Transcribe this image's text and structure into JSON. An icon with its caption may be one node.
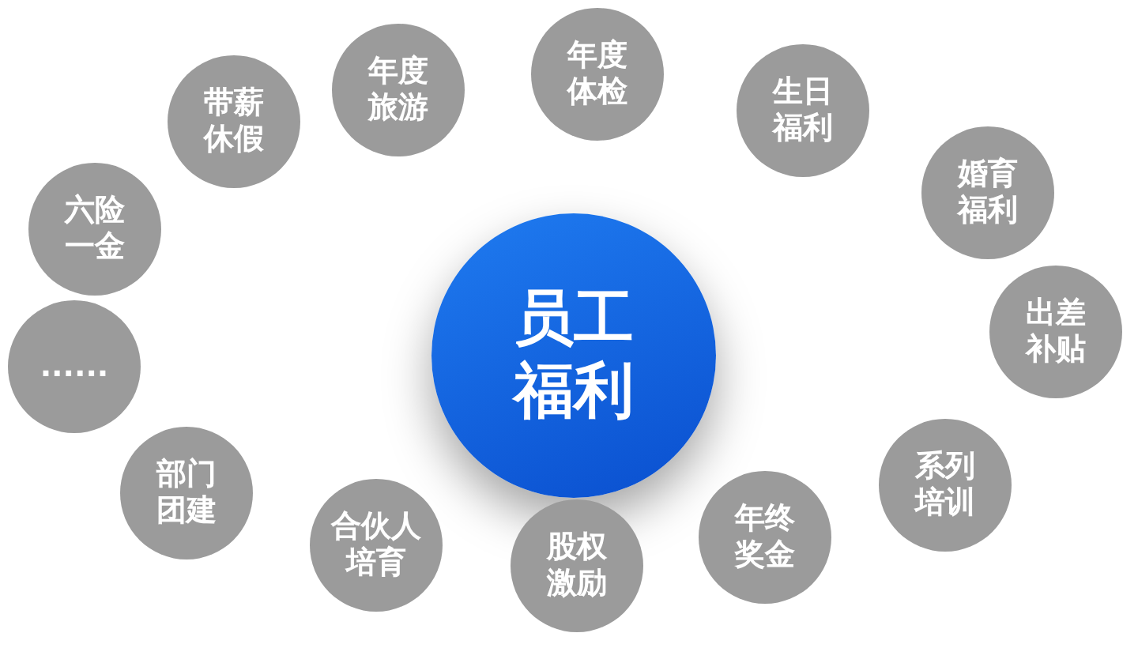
{
  "diagram": {
    "nodes": [
      {
        "text": [
          "员工福利"
        ]
      },
      {
        "text": [
          "六险一金"
        ]
      },
      {
        "text": [
          "带薪休假"
        ]
      },
      {
        "text": [
          "年度旅游"
        ]
      },
      {
        "text": [
          "年度体检"
        ]
      },
      {
        "text": [
          "生日福利"
        ]
      },
      {
        "text": [
          "婚育福利"
        ]
      },
      {
        "text": [
          "出差补贴"
        ]
      },
      {
        "text": [
          "系列培训"
        ]
      },
      {
        "text": [
          "年终奖金"
        ]
      },
      {
        "text": [
          "股权激励"
        ]
      },
      {
        "text": [
          "合伙人培育"
        ]
      },
      {
        "text": [
          "部门团建"
        ]
      },
      {
        "text": [
          "......"
        ]
      }
    ]
  }
}
